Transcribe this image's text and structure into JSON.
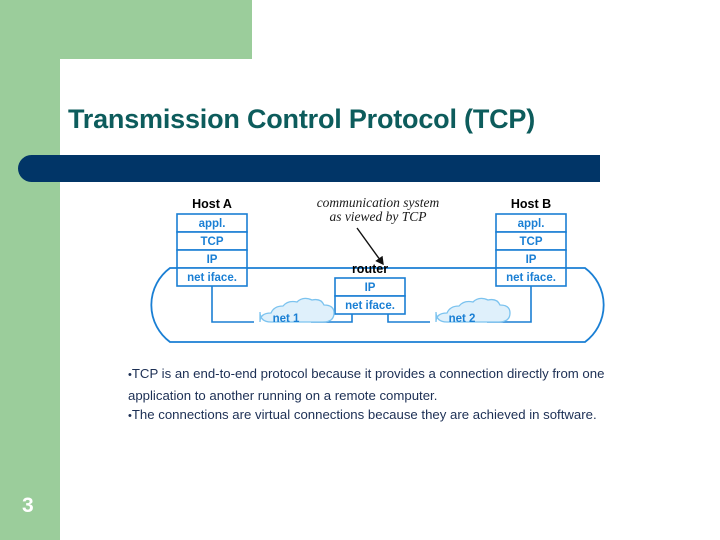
{
  "slide": {
    "title": "Transmission Control Protocol (TCP)",
    "number": "3",
    "colors": {
      "green_band": "#9bcd9b",
      "navy_bar": "#013567",
      "title_text": "#0d5c5c",
      "body_text": "#1c2f54",
      "diagram_blue": "#1a7fd4",
      "diagram_cloud_fill": "#dff0fb"
    }
  },
  "diagram": {
    "annotation_line1": "communication system",
    "annotation_line2": "as viewed by TCP",
    "host_a": {
      "title": "Host A",
      "layers": [
        "appl.",
        "TCP",
        "IP",
        "net iface."
      ]
    },
    "host_b": {
      "title": "Host B",
      "layers": [
        "appl.",
        "TCP",
        "IP",
        "net iface."
      ]
    },
    "router": {
      "title": "router",
      "layers": [
        "IP",
        "net iface."
      ]
    },
    "networks": [
      "net 1",
      "net 2"
    ]
  },
  "body": {
    "bullets": [
      "TCP is an end-to-end protocol because it provides a connection directly from one application to  another running on a remote computer.",
      "The connections are virtual connections because they are achieved in software."
    ]
  }
}
